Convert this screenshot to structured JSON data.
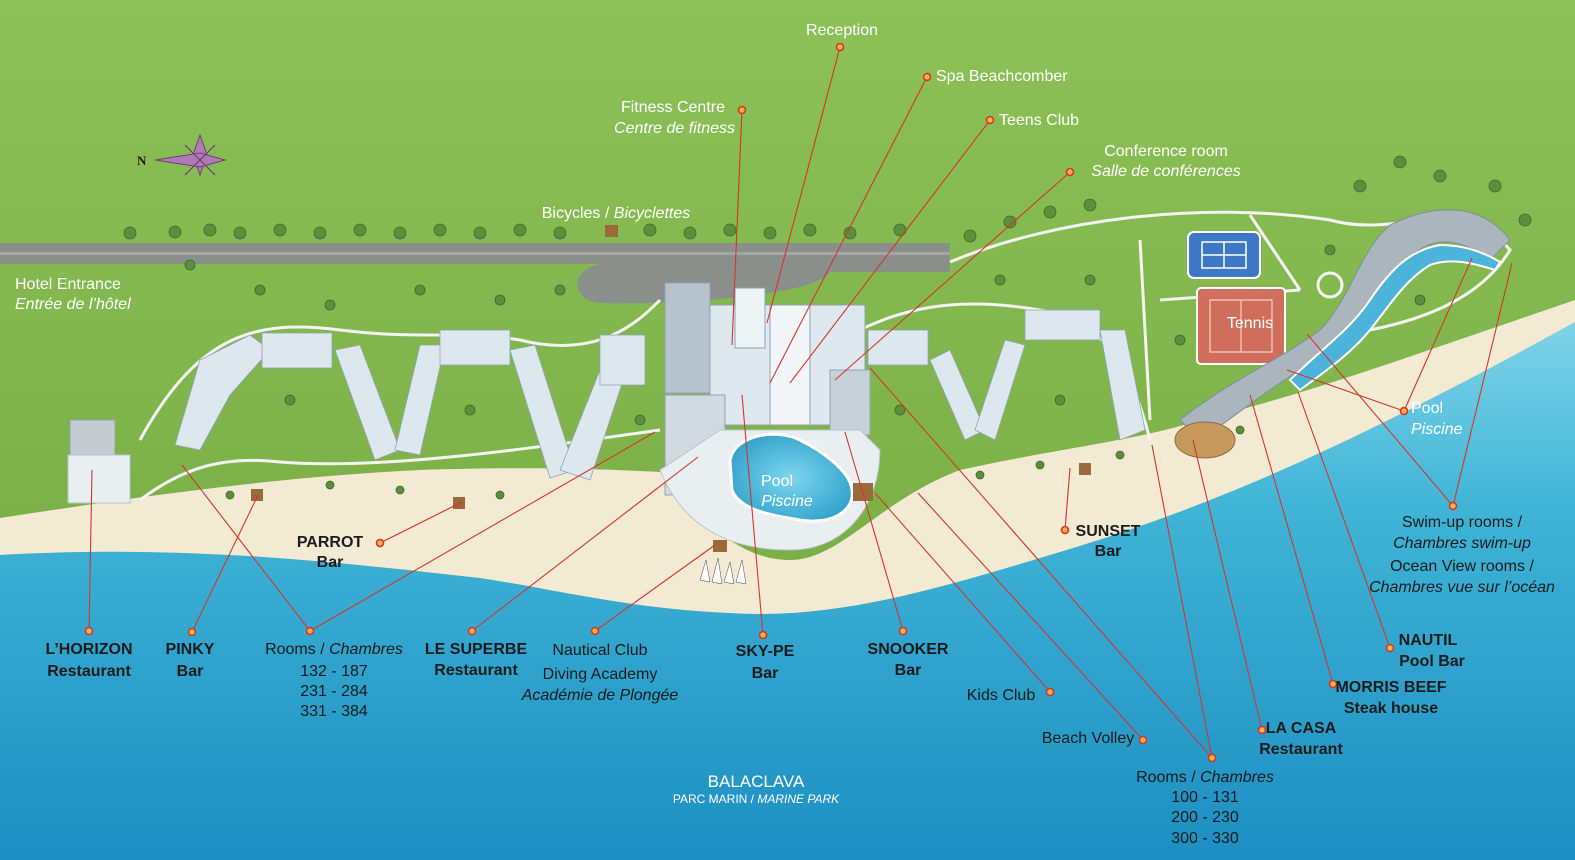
{
  "map": {
    "compass": {
      "north_label": "N"
    },
    "sea_label": {
      "title": "BALACLAVA",
      "sub_a": "PARC MARIN / ",
      "sub_b": "MARINE PARK"
    },
    "labels": {
      "reception": "Reception",
      "spa": "Spa Beachcomber",
      "teens_club": "Teens Club",
      "fitness_en": "Fitness Centre",
      "fitness_fr": "Centre de fitness",
      "conference_en": "Conference room",
      "conference_fr": "Salle de conférences",
      "bicycles_en": "Bicycles / ",
      "bicycles_fr": "Bicyclettes",
      "hotel_entrance_en": "Hotel Entrance",
      "hotel_entrance_fr": "Entrée de l’hôtel",
      "pool_en": "Pool",
      "pool_fr": "Piscine",
      "tennis": "Tennis",
      "pool2_en": "Pool",
      "pool2_fr": "Piscine",
      "swimup_en": "Swim-up rooms /",
      "swimup_fr": "Chambres swim-up",
      "oceanview_en": "Ocean View rooms /",
      "oceanview_fr": "Chambres vue sur l’océan",
      "nautil_name": "NAUTIL",
      "nautil_type": "Pool Bar",
      "morris_name": "MORRIS BEEF",
      "morris_type": "Steak house",
      "lacasa_name": "LA CASA",
      "lacasa_type": "Restaurant",
      "sunset_name": "SUNSET",
      "sunset_type": "Bar",
      "parrot_name": "PARROT",
      "parrot_type": "Bar",
      "lhorizon_name": "L’HORIZON",
      "lhorizon_type": "Restaurant",
      "pinky_name": "PINKY",
      "pinky_type": "Bar",
      "rooms1_en": "Rooms / ",
      "rooms1_fr": "Chambres",
      "rooms1_r1": "132 - 187",
      "rooms1_r2": "231 - 284",
      "rooms1_r3": "331 - 384",
      "lesuperbe_name": "LE SUPERBE",
      "lesuperbe_type": "Restaurant",
      "nautical_club": "Nautical Club",
      "diving_en": "Diving Academy",
      "diving_fr": "Académie de Plongée",
      "skype_name": "SKY-PE",
      "skype_type": "Bar",
      "snooker_name": "SNOOKER",
      "snooker_type": "Bar",
      "kids_club": "Kids Club",
      "beach_volley": "Beach Volley",
      "rooms2_en": "Rooms / ",
      "rooms2_fr": "Chambres",
      "rooms2_r1": "100 - 131",
      "rooms2_r2": "200 - 230",
      "rooms2_r3": "300 - 330"
    },
    "colors": {
      "grass": "#7fb44a",
      "sand": "#f3ead3",
      "sea": "#3fb4d6",
      "leader": "#d4352a",
      "marker": "#ffb347"
    }
  }
}
